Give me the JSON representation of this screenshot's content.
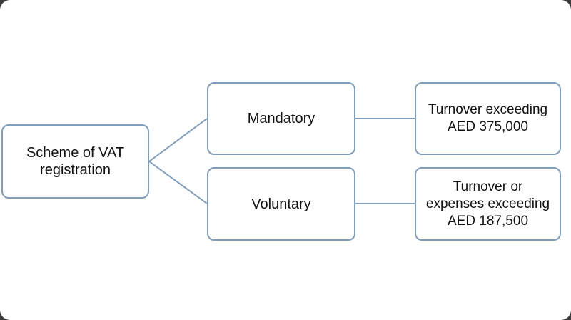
{
  "diagram": {
    "root": {
      "label_line1": "Scheme of VAT",
      "label_line2": "registration"
    },
    "branches": [
      {
        "label": "Mandatory",
        "criteria_lines": [
          "Turnover exceeding",
          "AED 375,000"
        ]
      },
      {
        "label": "Voluntary",
        "criteria_lines": [
          "Turnover or",
          "expenses exceeding",
          "AED 187,500"
        ]
      }
    ],
    "colors": {
      "box_border": "#7f9dbd",
      "connector": "#7f9dbd",
      "background": "#ffffff",
      "frame": "#3a3a3a"
    }
  }
}
